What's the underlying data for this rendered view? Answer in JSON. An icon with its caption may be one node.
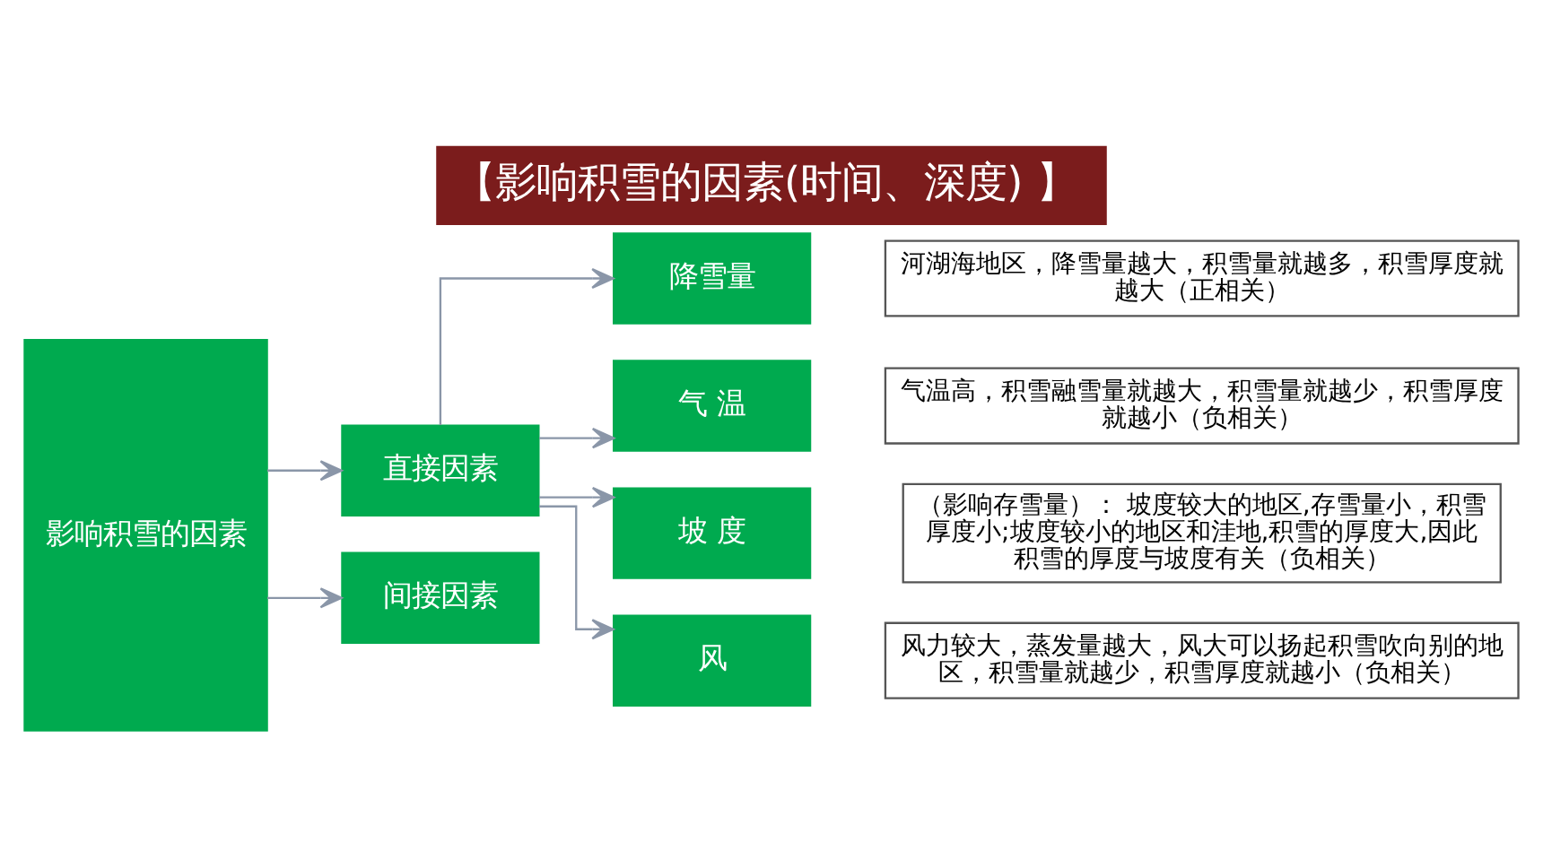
{
  "diagram": {
    "title": "【影响积雪的因素(时间、深度) 】",
    "nodes": [
      {
        "text": [
          "影响积雪的因素"
        ]
      },
      {
        "text": [
          "直接因素"
        ]
      },
      {
        "text": [
          "间接因素"
        ]
      },
      {
        "text": [
          "降雪量"
        ]
      },
      {
        "text": [
          "气 温"
        ]
      },
      {
        "text": [
          "坡 度"
        ]
      },
      {
        "text": [
          "风"
        ]
      },
      {
        "text": [
          "河湖海地区，降雪量越大，积雪量就越多，积雪厚度就越大（正相关）"
        ]
      },
      {
        "text": [
          "气温高，积雪融雪量就越大，积雪量就越少，积雪厚度就越小（负相关）"
        ]
      },
      {
        "text": [
          "（影响存雪量）： 坡度较大的地区,存雪量小，积雪厚度小;坡度较小的地区和洼地,积雪的厚度大,因此积雪的厚度与坡度有关（负相关）"
        ]
      },
      {
        "text": [
          "风力较大，蒸发量越大，风大可以扬起积雪吹向别的地区，积雪量就越少，积雪厚度就越小（负相关）"
        ]
      }
    ],
    "edges": [
      {
        "from": 0,
        "to": 1,
        "arrow": "to"
      },
      {
        "from": 0,
        "to": 2,
        "arrow": "to"
      },
      {
        "from": 1,
        "to": 3,
        "arrow": "to"
      },
      {
        "from": 1,
        "to": 4,
        "arrow": "to"
      },
      {
        "from": 1,
        "to": 5,
        "arrow": "to"
      },
      {
        "from": 1,
        "to": 6,
        "arrow": "to"
      }
    ]
  }
}
